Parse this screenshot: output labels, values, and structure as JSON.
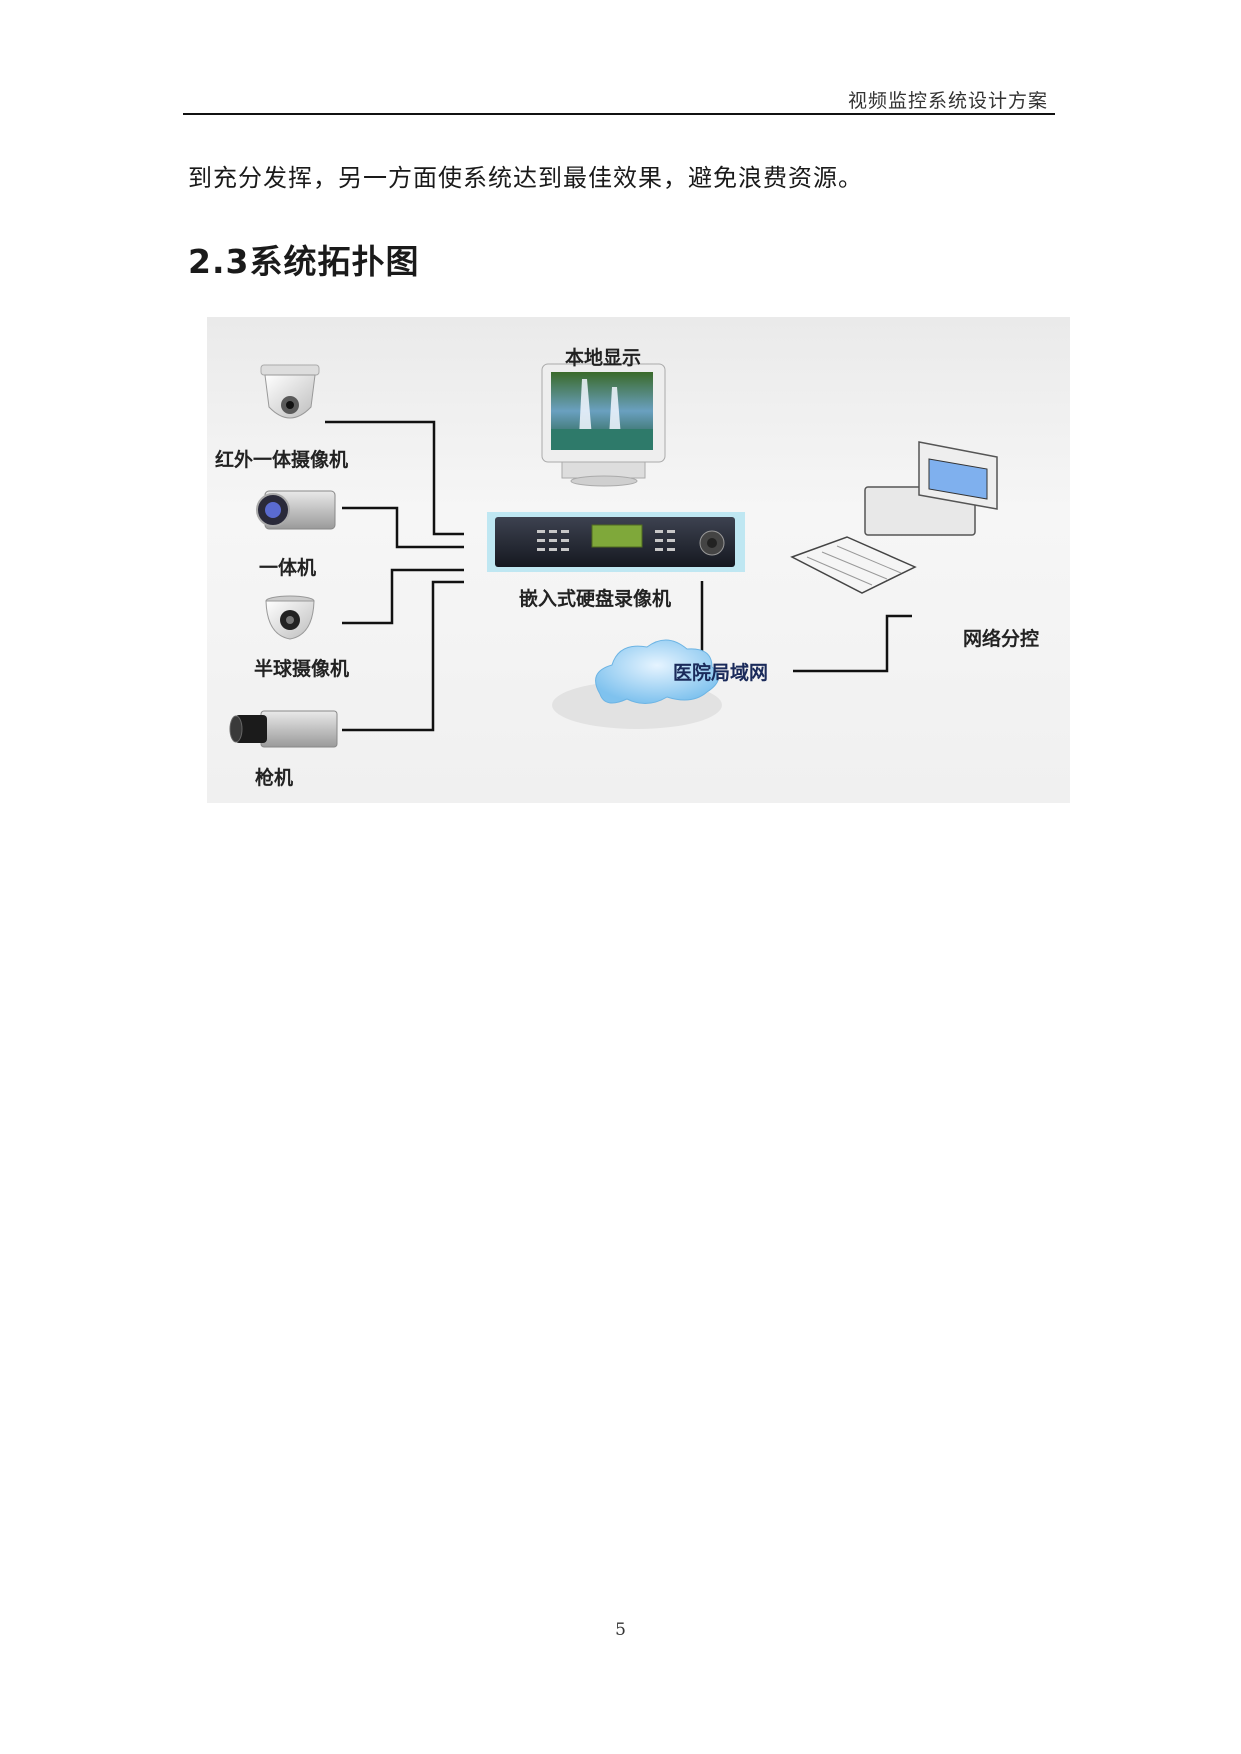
{
  "header": {
    "title": "视频监控系统设计方案"
  },
  "body": {
    "paragraph": "到充分发挥，另一方面使系统达到最佳效果，避免浪费资源。"
  },
  "section": {
    "heading": "2.3系统拓扑图"
  },
  "diagram": {
    "labels": {
      "ir_camera": "红外一体摄像机",
      "integrated_camera": "一体机",
      "dome_camera": "半球摄像机",
      "box_camera": "枪机",
      "local_display": "本地显示",
      "dvr": "嵌入式硬盘录像机",
      "lan": "医院局域网",
      "network_control": "网络分控"
    }
  },
  "footer": {
    "page_number": "5"
  }
}
